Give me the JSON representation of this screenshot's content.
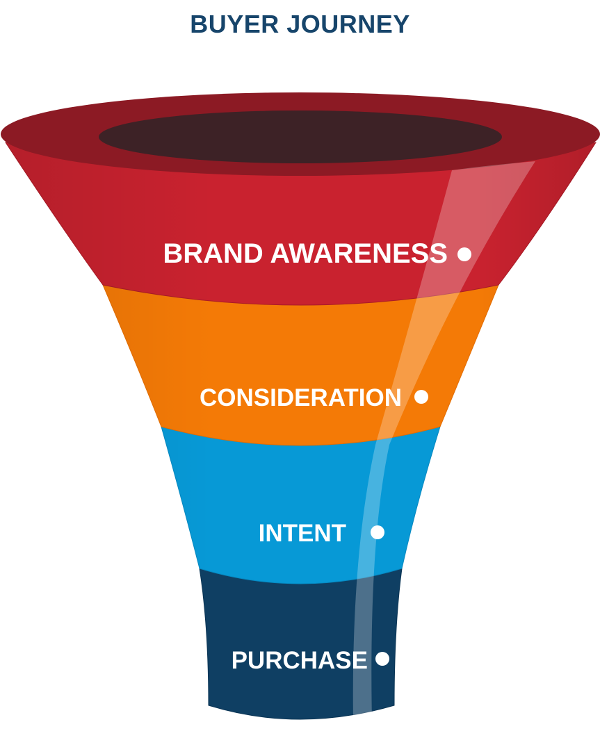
{
  "title": "BUYER JOURNEY",
  "stages": [
    {
      "label": "BRAND AWARENESS",
      "color": "#c9222f",
      "edge_color": "#a91b27"
    },
    {
      "label": "CONSIDERATION",
      "color": "#f47a06",
      "edge_color": "#e26d02"
    },
    {
      "label": "INTENT",
      "color": "#0799d6",
      "edge_color": "#0788c0"
    },
    {
      "label": "PURCHASE",
      "color": "#0f3f63",
      "edge_color": "#0b3555"
    }
  ],
  "rim_color": "#8c1a24",
  "opening_color": "#3d2226",
  "bullet_color": "#ffffff",
  "title_color": "#17456b"
}
